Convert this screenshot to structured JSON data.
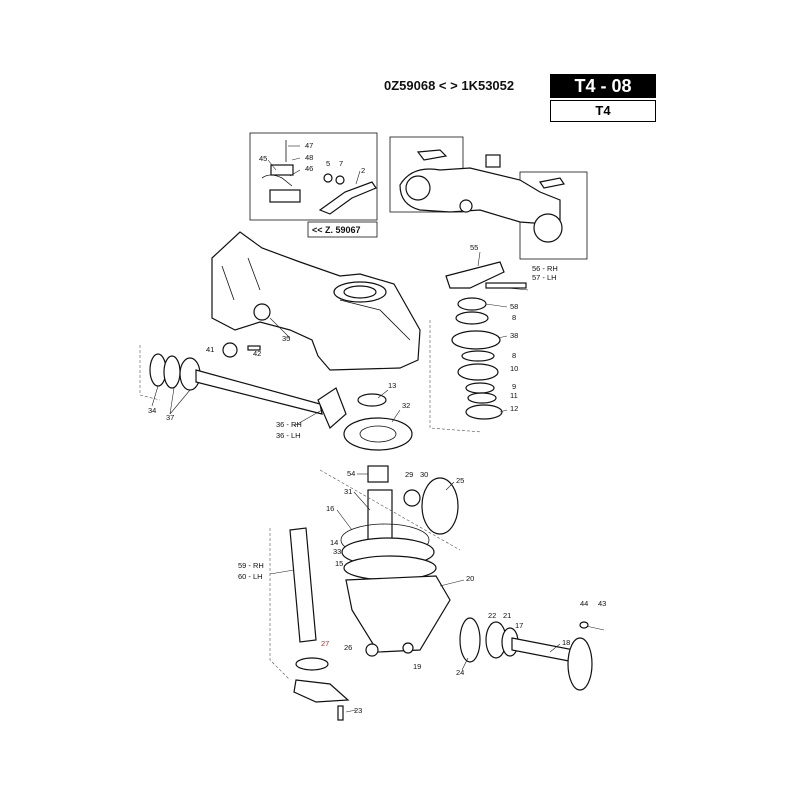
{
  "header": {
    "serial_range": "0Z59068 < > 1K53052",
    "page_code": "T4 - 08",
    "group": "T4"
  },
  "inset": {
    "reference": "<< Z. 59067"
  },
  "callouts": [
    {
      "id": "c47",
      "text": "47"
    },
    {
      "id": "c48",
      "text": "48"
    },
    {
      "id": "c45",
      "text": "45"
    },
    {
      "id": "c46",
      "text": "46"
    },
    {
      "id": "c5",
      "text": "5"
    },
    {
      "id": "c7",
      "text": "7"
    },
    {
      "id": "c2",
      "text": "2"
    },
    {
      "id": "c55",
      "text": "55"
    },
    {
      "id": "c56",
      "text": "56 - RH"
    },
    {
      "id": "c57",
      "text": "57 - LH"
    },
    {
      "id": "c58",
      "text": "58"
    },
    {
      "id": "c8a",
      "text": "8"
    },
    {
      "id": "c38",
      "text": "38"
    },
    {
      "id": "c8b",
      "text": "8"
    },
    {
      "id": "c10",
      "text": "10"
    },
    {
      "id": "c9",
      "text": "9"
    },
    {
      "id": "c11",
      "text": "11"
    },
    {
      "id": "c12",
      "text": "12"
    },
    {
      "id": "c41",
      "text": "41"
    },
    {
      "id": "c42",
      "text": "42"
    },
    {
      "id": "c35",
      "text": "35"
    },
    {
      "id": "c34",
      "text": "34"
    },
    {
      "id": "c37",
      "text": "37"
    },
    {
      "id": "c13",
      "text": "13"
    },
    {
      "id": "c32",
      "text": "32"
    },
    {
      "id": "c36r",
      "text": "36 - RH"
    },
    {
      "id": "c36l",
      "text": "36 - LH"
    },
    {
      "id": "c54",
      "text": "54"
    },
    {
      "id": "c29",
      "text": "29"
    },
    {
      "id": "c30",
      "text": "30"
    },
    {
      "id": "c25",
      "text": "25"
    },
    {
      "id": "c31",
      "text": "31"
    },
    {
      "id": "c16",
      "text": "16"
    },
    {
      "id": "c14",
      "text": "14"
    },
    {
      "id": "c33",
      "text": "33"
    },
    {
      "id": "c15",
      "text": "15"
    },
    {
      "id": "c20",
      "text": "20"
    },
    {
      "id": "c59",
      "text": "59 - RH"
    },
    {
      "id": "c60",
      "text": "60 - LH"
    },
    {
      "id": "c44",
      "text": "44"
    },
    {
      "id": "c43",
      "text": "43"
    },
    {
      "id": "c22",
      "text": "22"
    },
    {
      "id": "c21",
      "text": "21"
    },
    {
      "id": "c17",
      "text": "17"
    },
    {
      "id": "c18",
      "text": "18"
    },
    {
      "id": "c27",
      "text": "27"
    },
    {
      "id": "c26",
      "text": "26"
    },
    {
      "id": "c19",
      "text": "19"
    },
    {
      "id": "c24",
      "text": "24"
    },
    {
      "id": "c23",
      "text": "23"
    }
  ],
  "colors": {
    "highlight_callout": "#c62828",
    "ink": "#111111"
  }
}
